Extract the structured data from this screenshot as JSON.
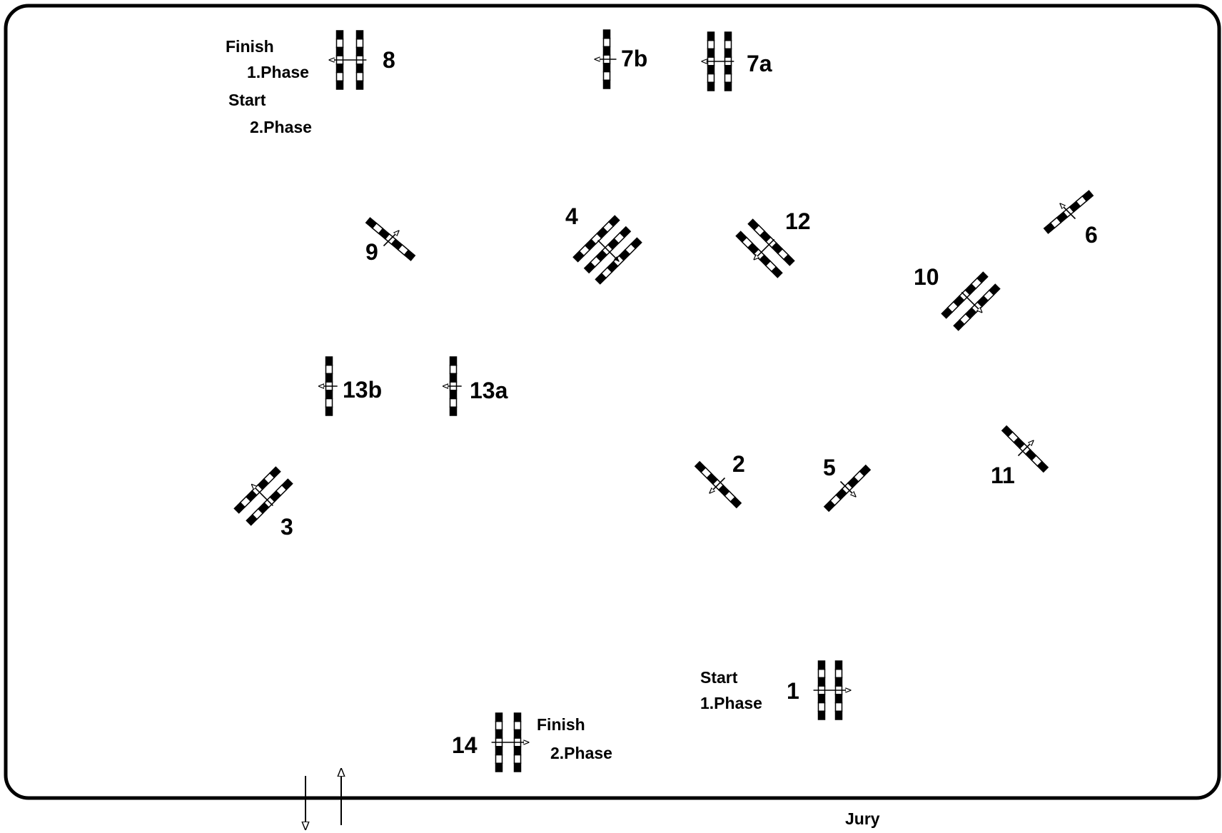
{
  "arena": {
    "border_color": "#000000",
    "background": "#ffffff"
  },
  "labels": {
    "finish_1": "Finish",
    "phase_1a": "1.Phase",
    "start_2": "Start",
    "phase_2a": "2.Phase",
    "n8": "8",
    "n7b": "7b",
    "n7a": "7a",
    "n9": "9",
    "n4": "4",
    "n12": "12",
    "n6": "6",
    "n10": "10",
    "n13b": "13b",
    "n13a": "13a",
    "n2": "2",
    "n5": "5",
    "n11": "11",
    "n3": "3",
    "start_1": "Start",
    "phase_1b": "1.Phase",
    "n1": "1",
    "finish_2": "Finish",
    "phase_2b": "2.Phase",
    "n14": "14",
    "jury": "Jury"
  },
  "obstacles": [
    {
      "id": "8",
      "rails": 2,
      "direction": "west"
    },
    {
      "id": "7b",
      "rails": 1,
      "direction": "west"
    },
    {
      "id": "7a",
      "rails": 2,
      "direction": "west"
    },
    {
      "id": "9",
      "rails": 1,
      "direction": "northeast"
    },
    {
      "id": "4",
      "rails": 3,
      "direction": "southeast"
    },
    {
      "id": "12",
      "rails": 2,
      "direction": "southwest"
    },
    {
      "id": "6",
      "rails": 1,
      "direction": "northwest"
    },
    {
      "id": "10",
      "rails": 2,
      "direction": "southeast"
    },
    {
      "id": "13b",
      "rails": 1,
      "direction": "west"
    },
    {
      "id": "13a",
      "rails": 1,
      "direction": "west"
    },
    {
      "id": "2",
      "rails": 1,
      "direction": "southwest"
    },
    {
      "id": "5",
      "rails": 1,
      "direction": "southeast"
    },
    {
      "id": "11",
      "rails": 1,
      "direction": "northeast"
    },
    {
      "id": "3",
      "rails": 2,
      "direction": "northwest"
    },
    {
      "id": "1",
      "rails": 2,
      "direction": "east"
    },
    {
      "id": "14",
      "rails": 2,
      "direction": "east"
    }
  ],
  "entrance": {
    "arrows": [
      "down",
      "up"
    ]
  }
}
